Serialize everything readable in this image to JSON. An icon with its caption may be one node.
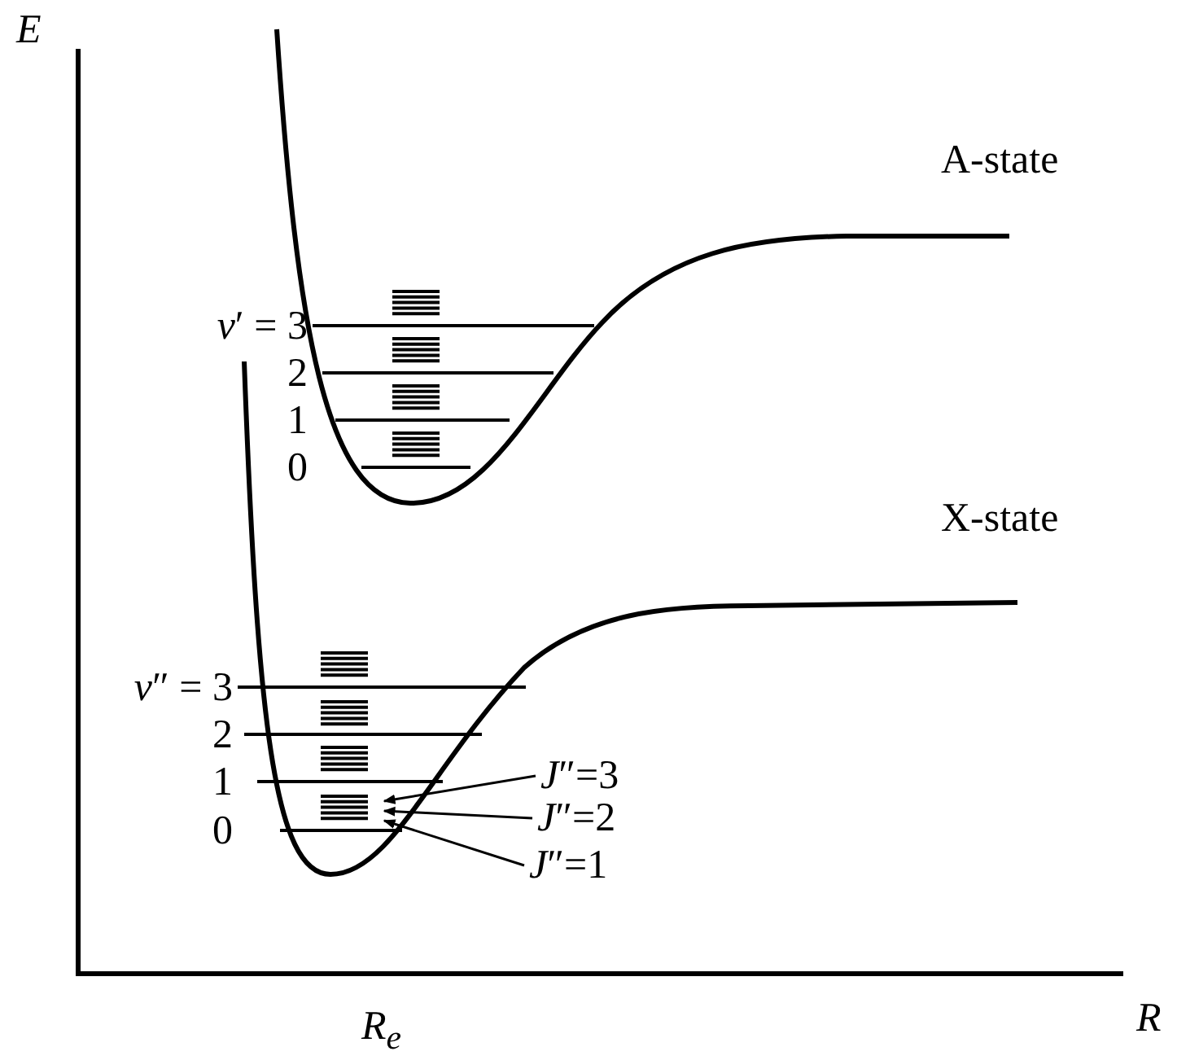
{
  "diagram": {
    "nodes": [
      {
        "text": [
          "*J*″=3"
        ]
      },
      {
        "text": [
          "*J*″=2"
        ]
      },
      {
        "text": [
          "*J*″=1"
        ]
      }
    ],
    "edges": [
      {
        "from": 0,
        "to": null,
        "arrow": "to"
      },
      {
        "from": 1,
        "to": null,
        "arrow": "to"
      },
      {
        "from": 2,
        "to": null,
        "arrow": "to"
      }
    ],
    "labels": [
      "E",
      "A-state",
      "*v*′ = 3",
      "2",
      "1",
      "0",
      "X-state",
      "*v*″ = 3",
      "2",
      "1",
      "0",
      "R",
      "R$_{e}$"
    ]
  }
}
